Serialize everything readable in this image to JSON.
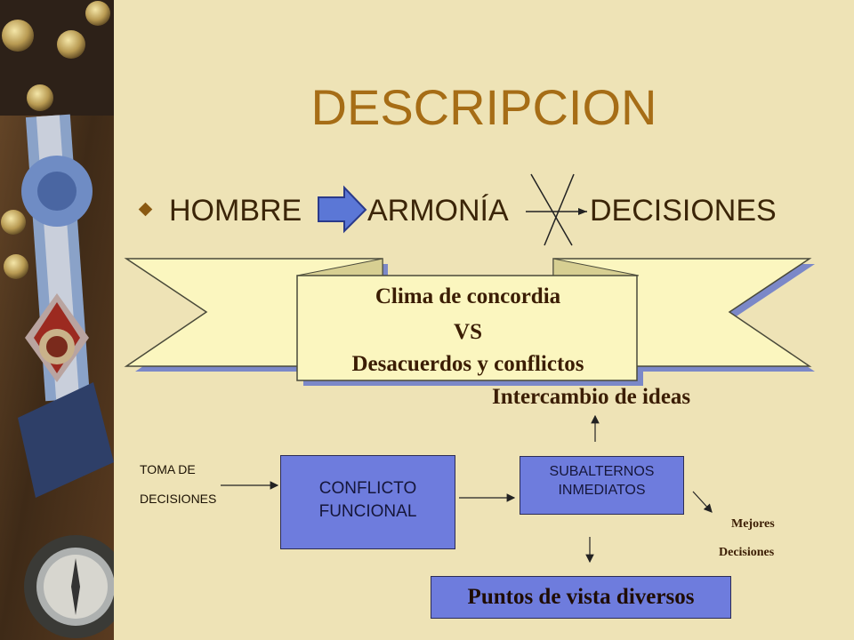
{
  "title": "DESCRIPCION",
  "bullet": {
    "word1": "HOMBRE",
    "word2": "ARMONÍA",
    "word3": "DECISIONES"
  },
  "banner": {
    "line1": "Clima de concordia",
    "line2": "VS",
    "line3": "Desacuerdos y conflictos"
  },
  "intercambio": "Intercambio de ideas",
  "toma": {
    "line1": "TOMA DE",
    "line2": "DECISIONES"
  },
  "conflicto": {
    "line1": "CONFLICTO",
    "line2": "FUNCIONAL"
  },
  "subalternos": {
    "line1": "SUBALTERNOS",
    "line2": "INMEDIATOS"
  },
  "mejores": {
    "line1": "Mejores",
    "line2": "Decisiones"
  },
  "puntos": "Puntos de vista diversos",
  "colors": {
    "background": "#eee3b6",
    "title": "#a66d16",
    "box_fill": "#6e7cdd",
    "banner_fill": "#fbf6bf",
    "block_arrow": "#5b77d6"
  }
}
